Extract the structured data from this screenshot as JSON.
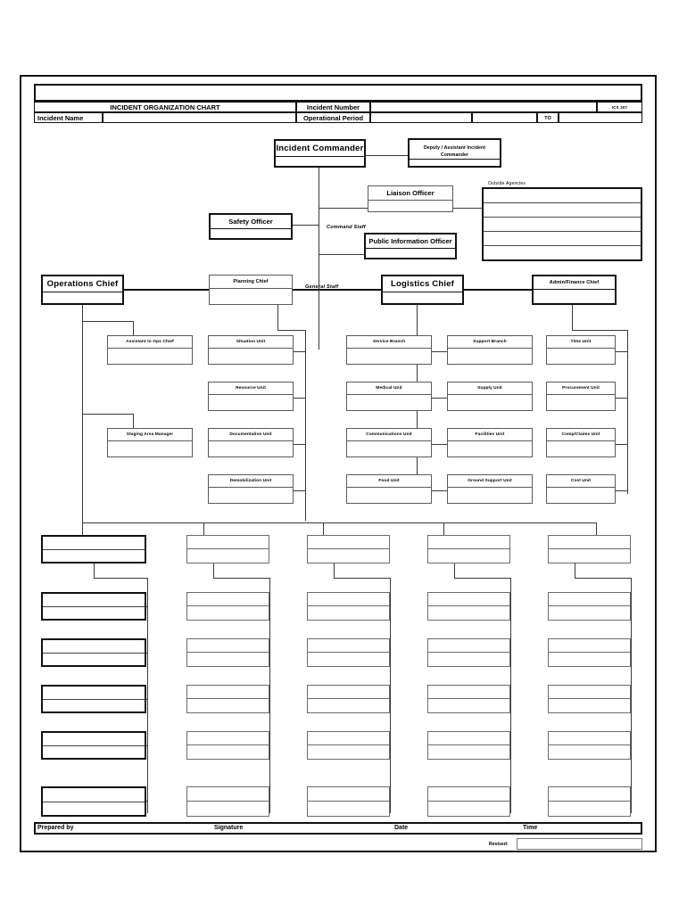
{
  "form": {
    "title": "INCIDENT ORGANIZATION CHART",
    "form_code": "ICS 207",
    "incident_number_label": "Incident Number",
    "incident_name_label": "Incident Name",
    "operational_period_label": "Operational Period",
    "to_label": "TO"
  },
  "captions": {
    "command_staff": "Command Staff",
    "general_staff": "General Staff",
    "outside_agencies": "Outside Agencies"
  },
  "command": {
    "incident_commander": "Incident Commander",
    "deputy": "Deputy / Assistant Incident Commander",
    "safety_officer": "Safety Officer",
    "liaison_officer": "Liaison Officer",
    "public_information_officer": "Public Information Officer"
  },
  "general_staff": {
    "operations": "Operations Chief",
    "planning": "Planning Chief",
    "logistics": "Logistics Chief",
    "finance": "Admin/Finance Chief"
  },
  "units": {
    "operations": [
      "Assistant to Ops Chief",
      "Staging Area Manager"
    ],
    "planning": [
      "Situation Unit",
      "Resource Unit",
      "Documentation Unit",
      "Demobilization Unit"
    ],
    "logistics_service": [
      "Service Branch",
      "Medical Unit",
      "Communications Unit",
      "Food Unit"
    ],
    "logistics_support": [
      "Support Branch",
      "Supply Unit",
      "Facilities Unit",
      "Ground Support Unit"
    ],
    "finance": [
      "Time Unit",
      "Procurement Unit",
      "Comp/Claims Unit",
      "Cost Unit"
    ]
  },
  "footer": {
    "prepared_by": "Prepared by",
    "signature": "Signature",
    "date": "Date",
    "time": "Time",
    "revised": "Revised:"
  },
  "values": {
    "incident_name": "",
    "incident_number": "",
    "op_period_from": "",
    "op_period_to": "",
    "op_period_extra": "",
    "prepared_by": "",
    "signature": "",
    "date": "",
    "time": "",
    "revised": ""
  },
  "colors": {
    "ink": "#111111",
    "rule": "#5a5a5a",
    "paper": "#ffffff"
  }
}
